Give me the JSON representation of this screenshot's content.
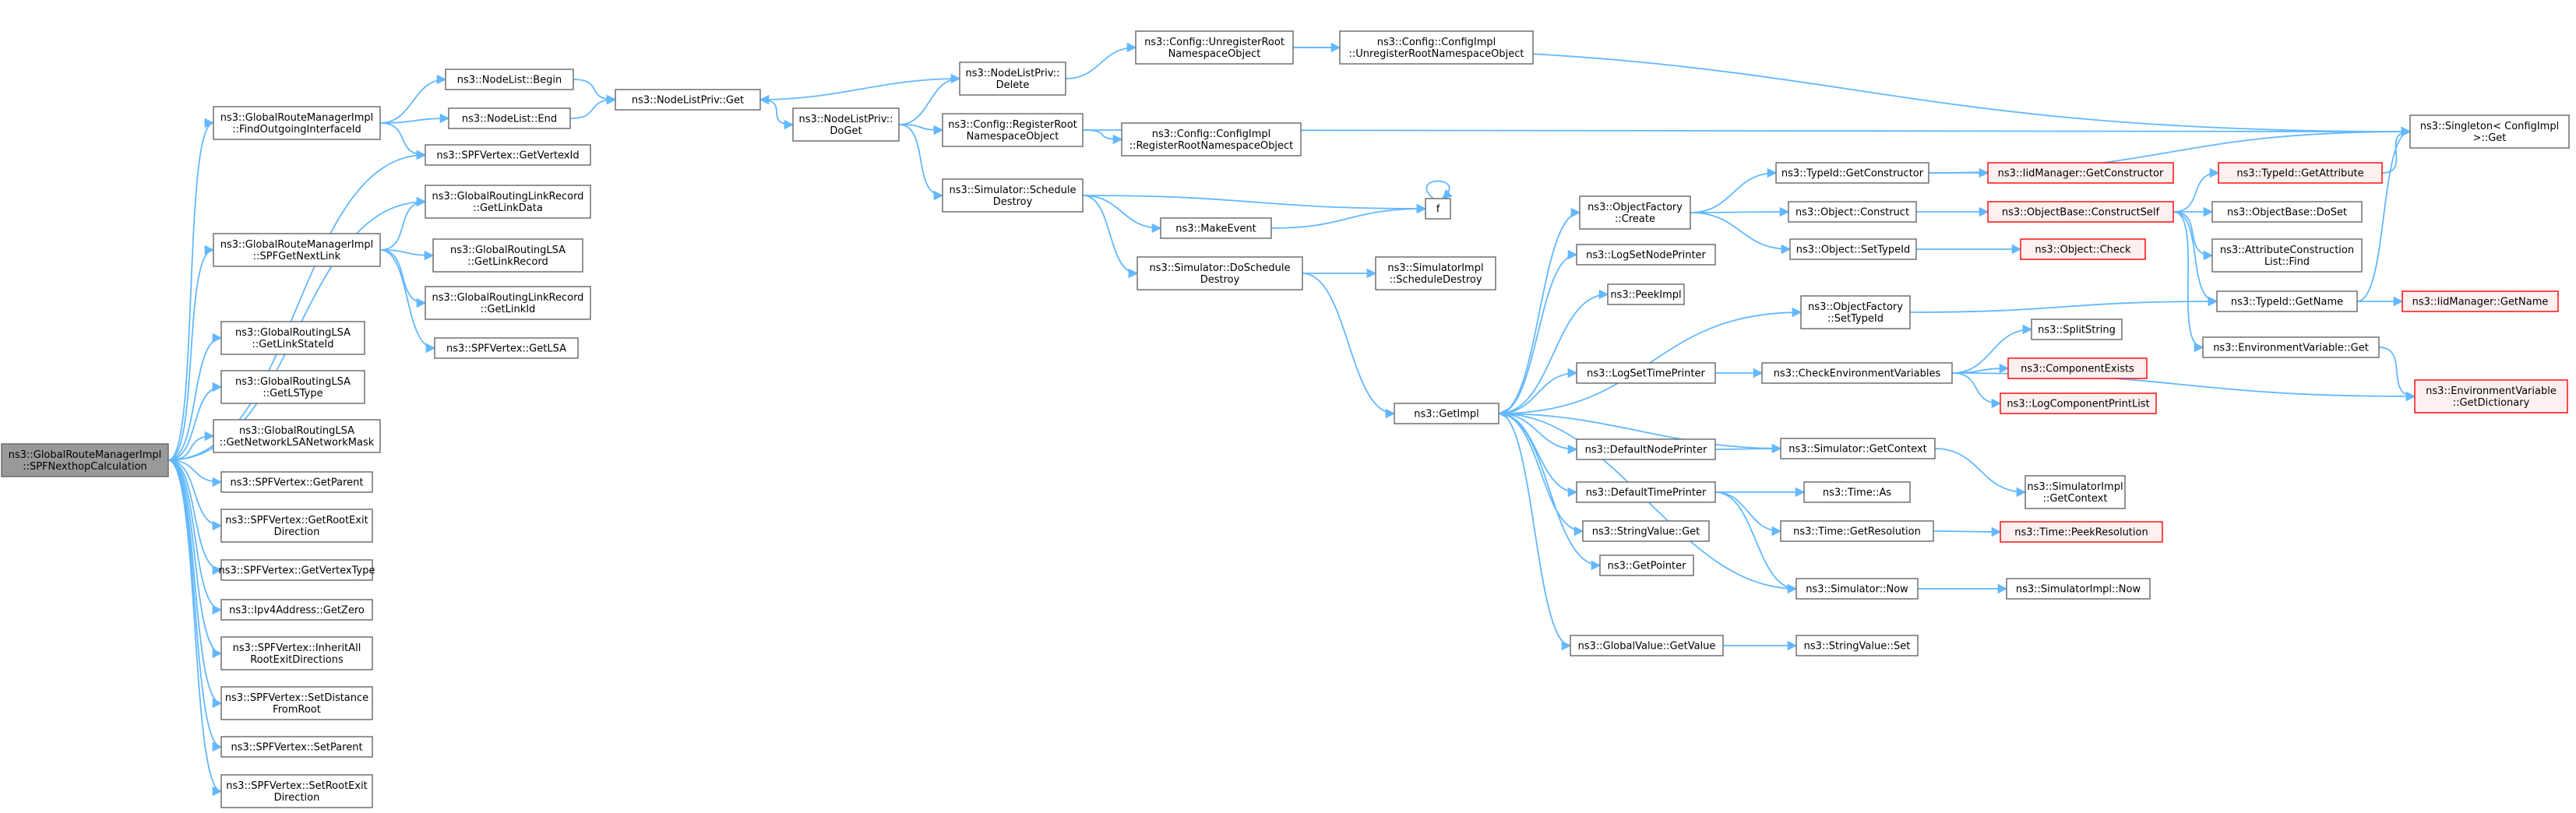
{
  "colors": {
    "edge": "#63b8ff",
    "box_border": "#666666",
    "box_fill": "#ffffff",
    "root_fill": "#999999",
    "root_border": "#666666",
    "truncated_border": "#ff0000",
    "truncated_fill": "#fff0f0"
  },
  "nodes": [
    {
      "id": "root",
      "lines": [
        "ns3::GlobalRouteManagerImpl",
        "::SPFNexthopCalculation"
      ],
      "kind": "root"
    },
    {
      "id": "findOut",
      "lines": [
        "ns3::GlobalRouteManagerImpl",
        "::FindOutgoingInterfaceId"
      ],
      "kind": "normal"
    },
    {
      "id": "spfNext",
      "lines": [
        "ns3::GlobalRouteManagerImpl",
        "::SPFGetNextLink"
      ],
      "kind": "normal"
    },
    {
      "id": "lsaLinkStateId",
      "lines": [
        "ns3::GlobalRoutingLSA",
        "::GetLinkStateId"
      ],
      "kind": "normal"
    },
    {
      "id": "lsaLSType",
      "lines": [
        "ns3::GlobalRoutingLSA",
        "::GetLSType"
      ],
      "kind": "normal"
    },
    {
      "id": "lsaNetMask",
      "lines": [
        "ns3::GlobalRoutingLSA",
        "::GetNetworkLSANetworkMask"
      ],
      "kind": "normal"
    },
    {
      "id": "vGetParent",
      "lines": [
        "ns3::SPFVertex::GetParent"
      ],
      "kind": "normal"
    },
    {
      "id": "vRootExitDir",
      "lines": [
        "ns3::SPFVertex::GetRootExit",
        "Direction"
      ],
      "kind": "normal"
    },
    {
      "id": "vVertexType",
      "lines": [
        "ns3::SPFVertex::GetVertexType"
      ],
      "kind": "normal"
    },
    {
      "id": "ipv4Zero",
      "lines": [
        "ns3::Ipv4Address::GetZero"
      ],
      "kind": "normal"
    },
    {
      "id": "vInherit",
      "lines": [
        "ns3::SPFVertex::InheritAll",
        "RootExitDirections"
      ],
      "kind": "normal"
    },
    {
      "id": "vSetDist",
      "lines": [
        "ns3::SPFVertex::SetDistance",
        "FromRoot"
      ],
      "kind": "normal"
    },
    {
      "id": "vSetParent",
      "lines": [
        "ns3::SPFVertex::SetParent"
      ],
      "kind": "normal"
    },
    {
      "id": "vSetRootExit",
      "lines": [
        "ns3::SPFVertex::SetRootExit",
        "Direction"
      ],
      "kind": "normal"
    },
    {
      "id": "nlBegin",
      "lines": [
        "ns3::NodeList::Begin"
      ],
      "kind": "normal"
    },
    {
      "id": "nlEnd",
      "lines": [
        "ns3::NodeList::End"
      ],
      "kind": "normal"
    },
    {
      "id": "vGetVertexId",
      "lines": [
        "ns3::SPFVertex::GetVertexId"
      ],
      "kind": "normal"
    },
    {
      "id": "lrGetLinkData",
      "lines": [
        "ns3::GlobalRoutingLinkRecord",
        "::GetLinkData"
      ],
      "kind": "normal"
    },
    {
      "id": "lsaGetLinkRecord",
      "lines": [
        "ns3::GlobalRoutingLSA",
        "::GetLinkRecord"
      ],
      "kind": "normal"
    },
    {
      "id": "lrGetLinkId",
      "lines": [
        "ns3::GlobalRoutingLinkRecord",
        "::GetLinkId"
      ],
      "kind": "normal"
    },
    {
      "id": "vGetLSA",
      "lines": [
        "ns3::SPFVertex::GetLSA"
      ],
      "kind": "normal"
    },
    {
      "id": "nlpGet",
      "lines": [
        "ns3::NodeListPriv::Get"
      ],
      "kind": "normal"
    },
    {
      "id": "nlpDoGet",
      "lines": [
        "ns3::NodeListPriv::",
        "DoGet"
      ],
      "kind": "normal"
    },
    {
      "id": "nlpDelete",
      "lines": [
        "ns3::NodeListPriv::",
        "Delete"
      ],
      "kind": "normal"
    },
    {
      "id": "cfgUnreg",
      "lines": [
        "ns3::Config::UnregisterRoot",
        "NamespaceObject"
      ],
      "kind": "normal"
    },
    {
      "id": "cfgImplUnreg",
      "lines": [
        "ns3::Config::ConfigImpl",
        "::UnregisterRootNamespaceObject"
      ],
      "kind": "normal"
    },
    {
      "id": "cfgReg",
      "lines": [
        "ns3::Config::RegisterRoot",
        "NamespaceObject"
      ],
      "kind": "normal"
    },
    {
      "id": "cfgImplReg",
      "lines": [
        "ns3::Config::ConfigImpl",
        "::RegisterRootNamespaceObject"
      ],
      "kind": "normal"
    },
    {
      "id": "simSchedDestroy",
      "lines": [
        "ns3::Simulator::Schedule",
        "Destroy"
      ],
      "kind": "normal"
    },
    {
      "id": "makeEvent",
      "lines": [
        "ns3::MakeEvent"
      ],
      "kind": "normal"
    },
    {
      "id": "simDoSchedDestroy",
      "lines": [
        "ns3::Simulator::DoSchedule",
        "Destroy"
      ],
      "kind": "normal"
    },
    {
      "id": "simImplSchedDestroy",
      "lines": [
        "ns3::SimulatorImpl",
        "::ScheduleDestroy"
      ],
      "kind": "normal"
    },
    {
      "id": "f",
      "lines": [
        "f"
      ],
      "kind": "normal"
    },
    {
      "id": "getImpl",
      "lines": [
        "ns3::GetImpl"
      ],
      "kind": "normal"
    },
    {
      "id": "ofCreate",
      "lines": [
        "ns3::ObjectFactory",
        "::Create"
      ],
      "kind": "normal"
    },
    {
      "id": "logNodePrinter",
      "lines": [
        "ns3::LogSetNodePrinter"
      ],
      "kind": "normal"
    },
    {
      "id": "peekImpl",
      "lines": [
        "ns3::PeekImpl"
      ],
      "kind": "normal"
    },
    {
      "id": "logTimePrinter",
      "lines": [
        "ns3::LogSetTimePrinter"
      ],
      "kind": "normal"
    },
    {
      "id": "defNodePrinter",
      "lines": [
        "ns3::DefaultNodePrinter"
      ],
      "kind": "normal"
    },
    {
      "id": "defTimePrinter",
      "lines": [
        "ns3::DefaultTimePrinter"
      ],
      "kind": "normal"
    },
    {
      "id": "strValGet",
      "lines": [
        "ns3::StringValue::Get"
      ],
      "kind": "normal"
    },
    {
      "id": "getPointer",
      "lines": [
        "ns3::GetPointer"
      ],
      "kind": "normal"
    },
    {
      "id": "gvGetValue",
      "lines": [
        "ns3::GlobalValue::GetValue"
      ],
      "kind": "normal"
    },
    {
      "id": "tidGetCtor",
      "lines": [
        "ns3::TypeId::GetConstructor"
      ],
      "kind": "normal"
    },
    {
      "id": "objConstruct",
      "lines": [
        "ns3::Object::Construct"
      ],
      "kind": "normal"
    },
    {
      "id": "objSetTypeId",
      "lines": [
        "ns3::Object::SetTypeId"
      ],
      "kind": "normal"
    },
    {
      "id": "ofSetTypeId",
      "lines": [
        "ns3::ObjectFactory",
        "::SetTypeId"
      ],
      "kind": "normal"
    },
    {
      "id": "checkEnv",
      "lines": [
        "ns3::CheckEnvironmentVariables"
      ],
      "kind": "normal"
    },
    {
      "id": "simGetContext",
      "lines": [
        "ns3::Simulator::GetContext"
      ],
      "kind": "normal"
    },
    {
      "id": "timeAs",
      "lines": [
        "ns3::Time::As"
      ],
      "kind": "normal"
    },
    {
      "id": "timeGetRes",
      "lines": [
        "ns3::Time::GetResolution"
      ],
      "kind": "normal"
    },
    {
      "id": "simNow",
      "lines": [
        "ns3::Simulator::Now"
      ],
      "kind": "normal"
    },
    {
      "id": "strValSet",
      "lines": [
        "ns3::StringValue::Set"
      ],
      "kind": "normal"
    },
    {
      "id": "iidGetCtor",
      "lines": [
        "ns3::IidManager::GetConstructor"
      ],
      "kind": "truncated"
    },
    {
      "id": "obConstructSelf",
      "lines": [
        "ns3::ObjectBase::ConstructSelf"
      ],
      "kind": "truncated"
    },
    {
      "id": "objCheck",
      "lines": [
        "ns3::Object::Check"
      ],
      "kind": "truncated"
    },
    {
      "id": "splitString",
      "lines": [
        "ns3::SplitString"
      ],
      "kind": "normal"
    },
    {
      "id": "compExists",
      "lines": [
        "ns3::ComponentExists"
      ],
      "kind": "truncated"
    },
    {
      "id": "logCompPrint",
      "lines": [
        "ns3::LogComponentPrintList"
      ],
      "kind": "truncated"
    },
    {
      "id": "simImplGetContext",
      "lines": [
        "ns3::SimulatorImpl",
        "::GetContext"
      ],
      "kind": "normal"
    },
    {
      "id": "timePeekRes",
      "lines": [
        "ns3::Time::PeekResolution"
      ],
      "kind": "truncated"
    },
    {
      "id": "simImplNow",
      "lines": [
        "ns3::SimulatorImpl::Now"
      ],
      "kind": "normal"
    },
    {
      "id": "singletonGet",
      "lines": [
        "ns3::Singleton< ConfigImpl",
        " >::Get"
      ],
      "kind": "normal"
    },
    {
      "id": "tidGetAttr",
      "lines": [
        "ns3::TypeId::GetAttribute"
      ],
      "kind": "truncated"
    },
    {
      "id": "obDoSet",
      "lines": [
        "ns3::ObjectBase::DoSet"
      ],
      "kind": "normal"
    },
    {
      "id": "attrConstrFind",
      "lines": [
        "ns3::AttributeConstruction",
        "List::Find"
      ],
      "kind": "normal"
    },
    {
      "id": "tidGetName",
      "lines": [
        "ns3::TypeId::GetName"
      ],
      "kind": "normal"
    },
    {
      "id": "envVarGet",
      "lines": [
        "ns3::EnvironmentVariable::Get"
      ],
      "kind": "normal"
    },
    {
      "id": "iidGetName",
      "lines": [
        "ns3::IidManager::GetName"
      ],
      "kind": "truncated"
    },
    {
      "id": "envVarGetDict",
      "lines": [
        "ns3::EnvironmentVariable",
        "::GetDictionary"
      ],
      "kind": "truncated"
    }
  ],
  "edges": [
    [
      "root",
      "findOut"
    ],
    [
      "root",
      "vGetVertexId"
    ],
    [
      "root",
      "spfNext"
    ],
    [
      "root",
      "lrGetLinkData"
    ],
    [
      "root",
      "lsaLinkStateId"
    ],
    [
      "root",
      "lsaLSType"
    ],
    [
      "root",
      "lsaNetMask"
    ],
    [
      "root",
      "vGetParent"
    ],
    [
      "root",
      "vRootExitDir"
    ],
    [
      "root",
      "vVertexType"
    ],
    [
      "root",
      "ipv4Zero"
    ],
    [
      "root",
      "vInherit"
    ],
    [
      "root",
      "vSetDist"
    ],
    [
      "root",
      "vSetParent"
    ],
    [
      "root",
      "vSetRootExit"
    ],
    [
      "findOut",
      "nlBegin"
    ],
    [
      "findOut",
      "nlEnd"
    ],
    [
      "findOut",
      "vGetVertexId"
    ],
    [
      "spfNext",
      "lrGetLinkData"
    ],
    [
      "spfNext",
      "lsaGetLinkRecord"
    ],
    [
      "spfNext",
      "lrGetLinkId"
    ],
    [
      "spfNext",
      "vGetLSA"
    ],
    [
      "nlBegin",
      "nlpGet"
    ],
    [
      "nlEnd",
      "nlpGet"
    ],
    [
      "nlpGet",
      "nlpDoGet"
    ],
    [
      "nlpDoGet",
      "nlpDelete"
    ],
    [
      "nlpDoGet",
      "cfgReg"
    ],
    [
      "nlpDoGet",
      "simSchedDestroy"
    ],
    [
      "nlpDelete",
      "nlpGet"
    ],
    [
      "nlpDelete",
      "cfgUnreg"
    ],
    [
      "cfgUnreg",
      "cfgImplUnreg"
    ],
    [
      "cfgUnreg",
      "singletonGet"
    ],
    [
      "cfgReg",
      "cfgImplReg"
    ],
    [
      "cfgReg",
      "singletonGet"
    ],
    [
      "simSchedDestroy",
      "f"
    ],
    [
      "simSchedDestroy",
      "makeEvent"
    ],
    [
      "simSchedDestroy",
      "simDoSchedDestroy"
    ],
    [
      "makeEvent",
      "f"
    ],
    [
      "f",
      "f"
    ],
    [
      "simDoSchedDestroy",
      "simImplSchedDestroy"
    ],
    [
      "simDoSchedDestroy",
      "getImpl"
    ],
    [
      "getImpl",
      "ofCreate"
    ],
    [
      "getImpl",
      "logNodePrinter"
    ],
    [
      "getImpl",
      "peekImpl"
    ],
    [
      "getImpl",
      "ofSetTypeId"
    ],
    [
      "getImpl",
      "logTimePrinter"
    ],
    [
      "getImpl",
      "defNodePrinter"
    ],
    [
      "getImpl",
      "defTimePrinter"
    ],
    [
      "getImpl",
      "strValGet"
    ],
    [
      "getImpl",
      "getPointer"
    ],
    [
      "getImpl",
      "gvGetValue"
    ],
    [
      "ofCreate",
      "tidGetCtor"
    ],
    [
      "ofCreate",
      "objConstruct"
    ],
    [
      "ofCreate",
      "objSetTypeId"
    ],
    [
      "tidGetCtor",
      "iidGetCtor"
    ],
    [
      "tidGetCtor",
      "singletonGet"
    ],
    [
      "objConstruct",
      "obConstructSelf"
    ],
    [
      "objSetTypeId",
      "objCheck"
    ],
    [
      "ofSetTypeId",
      "tidGetName"
    ],
    [
      "logTimePrinter",
      "checkEnv"
    ],
    [
      "checkEnv",
      "splitString"
    ],
    [
      "checkEnv",
      "compExists"
    ],
    [
      "checkEnv",
      "logCompPrint"
    ],
    [
      "checkEnv",
      "envVarGetDict"
    ],
    [
      "defNodePrinter",
      "simGetContext"
    ],
    [
      "simGetContext",
      "getImpl"
    ],
    [
      "simGetContext",
      "simImplGetContext"
    ],
    [
      "defTimePrinter",
      "timeAs"
    ],
    [
      "defTimePrinter",
      "timeGetRes"
    ],
    [
      "defTimePrinter",
      "simNow"
    ],
    [
      "timeGetRes",
      "timePeekRes"
    ],
    [
      "simNow",
      "getImpl"
    ],
    [
      "simNow",
      "simImplNow"
    ],
    [
      "gvGetValue",
      "strValSet"
    ],
    [
      "obConstructSelf",
      "tidGetAttr"
    ],
    [
      "obConstructSelf",
      "obDoSet"
    ],
    [
      "obConstructSelf",
      "attrConstrFind"
    ],
    [
      "obConstructSelf",
      "tidGetName"
    ],
    [
      "obConstructSelf",
      "envVarGet"
    ],
    [
      "tidGetAttr",
      "singletonGet"
    ],
    [
      "tidGetName",
      "singletonGet"
    ],
    [
      "tidGetName",
      "iidGetName"
    ],
    [
      "envVarGet",
      "envVarGetDict"
    ]
  ]
}
